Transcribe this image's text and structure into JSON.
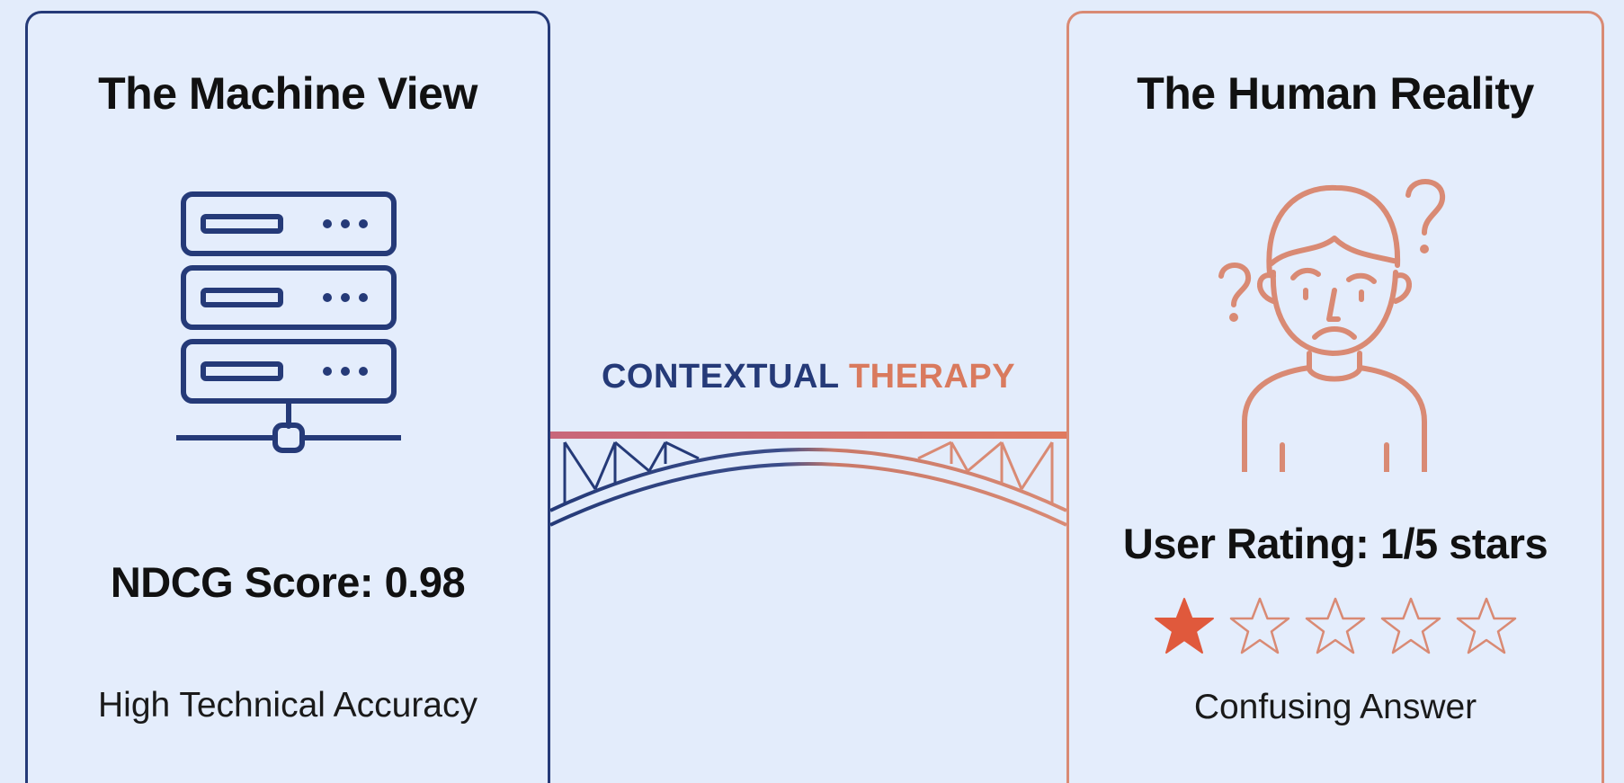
{
  "left_panel": {
    "title": "The Machine View",
    "icon": "server-rack-icon",
    "metric": "NDCG Score: 0.98",
    "caption": "High Technical Accuracy",
    "color": "#253a78"
  },
  "bridge": {
    "label_part1": "CONTEXTUAL",
    "label_part2": "THERAPY",
    "icon": "bridge-icon",
    "color_left": "#253a78",
    "color_right": "#d97a5e"
  },
  "right_panel": {
    "title": "The Human Reality",
    "icon": "confused-person-icon",
    "metric": "User Rating: 1/5 stars",
    "rating": {
      "value": 1,
      "max": 5
    },
    "caption": "Confusing Answer",
    "color": "#d98a74"
  }
}
